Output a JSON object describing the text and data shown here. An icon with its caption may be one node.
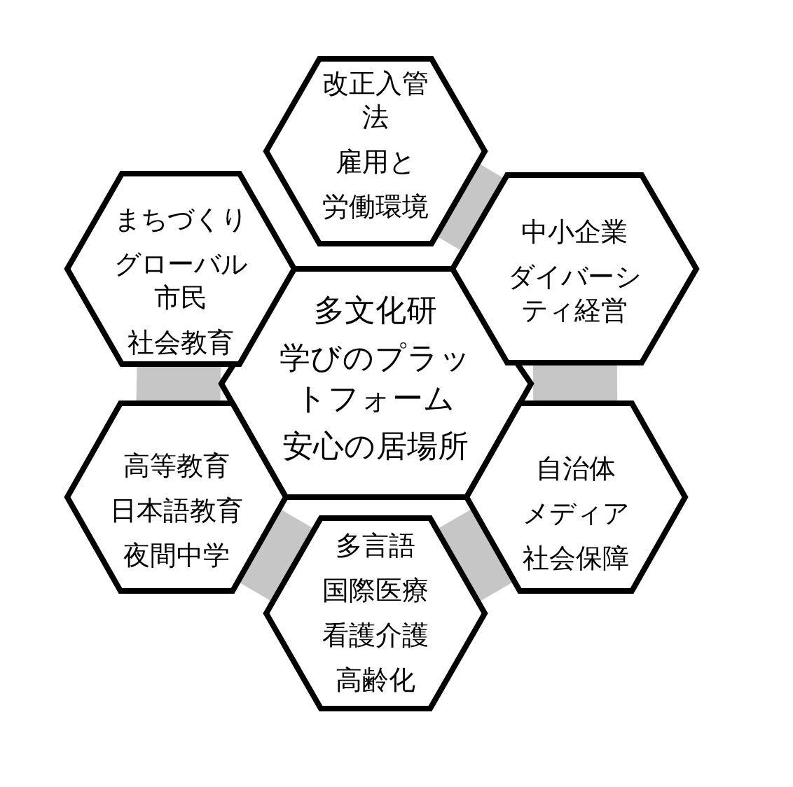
{
  "diagram": {
    "nodes": [
      {
        "text": [
          "改正入管法",
          "雇用と",
          "労働環境"
        ]
      },
      {
        "text": [
          "まちづくり",
          "グローバル市民",
          "社会教育"
        ]
      },
      {
        "text": [
          "中小企業",
          "ダイバーシティ経営"
        ]
      },
      {
        "text": [
          "多文化研",
          "学びのプラットフォーム",
          "安心の居場所"
        ]
      },
      {
        "text": [
          "高等教育",
          "日本語教育",
          "夜間中学"
        ]
      },
      {
        "text": [
          "自治体",
          "メディア",
          "社会保障"
        ]
      },
      {
        "text": [
          "多言語",
          "国際医療",
          "看護介護",
          "高齢化"
        ]
      }
    ],
    "edges": [
      {
        "from": 0,
        "to": 2,
        "arrow": "none"
      },
      {
        "from": 2,
        "to": 5,
        "arrow": "none"
      },
      {
        "from": 5,
        "to": 6,
        "arrow": "none"
      },
      {
        "from": 6,
        "to": 4,
        "arrow": "none"
      },
      {
        "from": 4,
        "to": 1,
        "arrow": "none"
      }
    ]
  }
}
